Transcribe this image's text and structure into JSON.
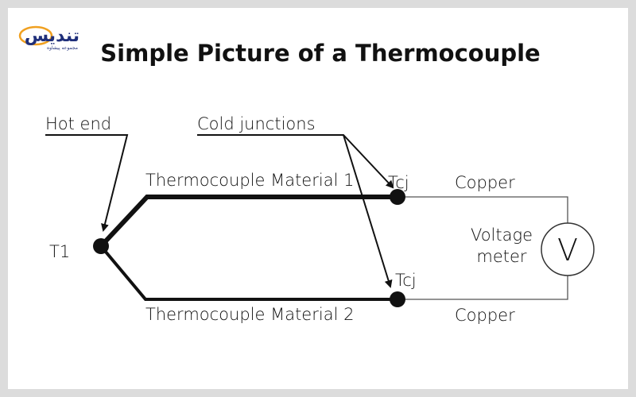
{
  "logo": {
    "text": "تندیس",
    "subtext": "مجموعه پیشاوه"
  },
  "title": "Simple Picture of a Thermocouple",
  "labels": {
    "hot_end": "Hot end",
    "cold_junctions": "Cold junctions",
    "material_1": "Thermocouple Material 1",
    "material_2": "Thermocouple Material 2",
    "t1": "T1",
    "tcj_top": "Tcj",
    "tcj_bottom": "Tcj",
    "copper_top": "Copper",
    "copper_bottom": "Copper",
    "voltage_line1": "Voltage",
    "voltage_line2": "meter",
    "meter_symbol": "V"
  },
  "colors": {
    "logo_blue": "#1f2f7a",
    "logo_orange": "#f0a020"
  }
}
